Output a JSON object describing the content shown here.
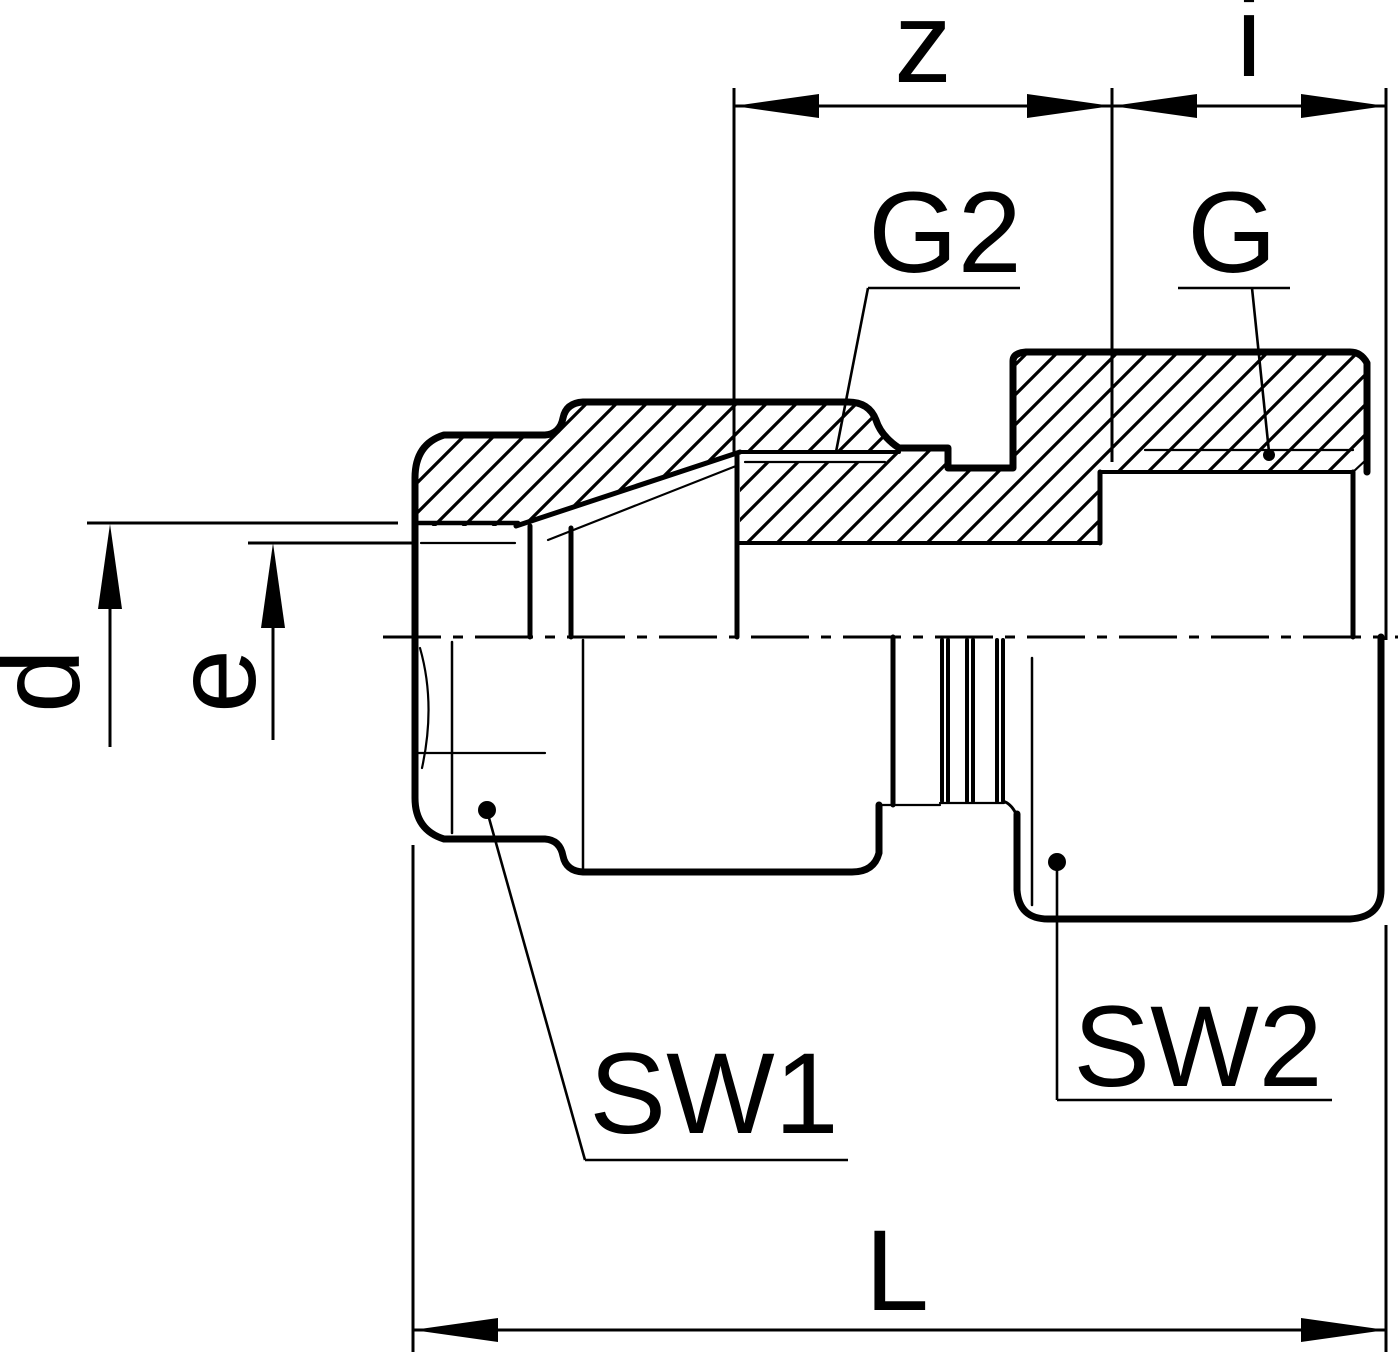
{
  "drawing": {
    "type": "technical-drawing",
    "subject": "union-fitting-cross-section",
    "colors": {
      "line": "#000000",
      "background": "#ffffff"
    },
    "labels": {
      "z": "z",
      "i": "i",
      "g2": "G2",
      "g": "G",
      "d": "d",
      "e": "e",
      "sw1": "SW1",
      "sw2": "SW2",
      "l": "L"
    }
  }
}
